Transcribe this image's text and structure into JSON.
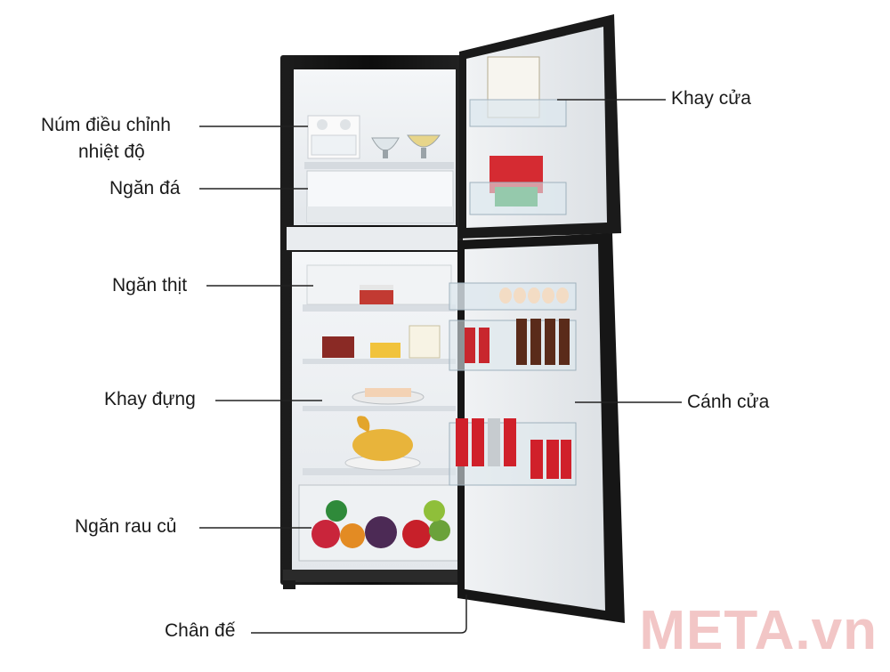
{
  "labels": {
    "temp_knob": "Núm điều chỉnh\nnhiệt độ",
    "ice_tray": "Ngăn đá",
    "meat_drawer": "Ngăn thịt",
    "shelf": "Khay đựng",
    "veg_drawer": "Ngăn rau củ",
    "stand": "Chân đế",
    "door_tray": "Khay cửa",
    "door": "Cánh cửa"
  },
  "watermark": "META.vn",
  "colors": {
    "body": "#121212",
    "interior": "#eef1f4",
    "accent_watermark": "#f2c6c6"
  }
}
